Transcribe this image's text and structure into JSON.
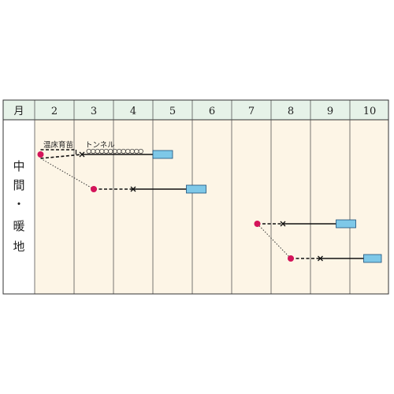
{
  "header": {
    "corner_label": "月",
    "months": [
      "2",
      "3",
      "4",
      "5",
      "6",
      "7",
      "8",
      "9",
      "10"
    ]
  },
  "region": {
    "label_chars": [
      "中",
      "間",
      "・",
      "暖",
      "地"
    ]
  },
  "annotations": {
    "hotbed": "温床育苗",
    "tunnel": "トンネル"
  },
  "legend_colors": {
    "sowing": "#d4145a",
    "harvest": "#7ec8e8",
    "header_bg": "#e6f2e8",
    "grid_bg": "#fdf5e6"
  },
  "chart_data": {
    "type": "gantt",
    "month_range": [
      2,
      10
    ],
    "rows": [
      {
        "sowing": 2.15,
        "transplant": 3.2,
        "harvest_start": 5.0,
        "harvest_end": 5.5,
        "dashed_from_sowing": true,
        "tunnel_from": 3.2,
        "tunnel_to": 4.9
      },
      {
        "sowing": 3.5,
        "transplant": 4.5,
        "harvest_start": 5.85,
        "harvest_end": 6.35,
        "dashed_from_sowing": true
      },
      {
        "sowing": 7.65,
        "transplant": 8.3,
        "harvest_start": 9.65,
        "harvest_end": 10.15,
        "dashed_from_sowing": true
      },
      {
        "sowing": 8.5,
        "transplant": 9.25,
        "harvest_start": 10.35,
        "harvest_end": 10.8,
        "dashed_from_sowing": true
      }
    ]
  }
}
